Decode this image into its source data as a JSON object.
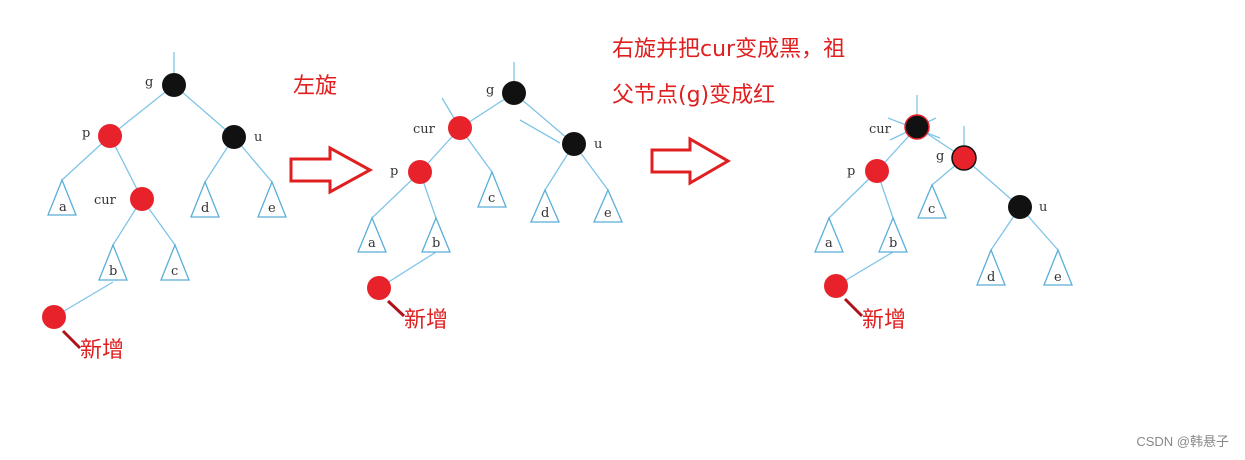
{
  "captions": {
    "step1": "左旋",
    "step2_line1": "右旋并把cur变成黑，祖",
    "step2_line2": "父节点(g)变成红"
  },
  "nodes": {
    "g": "g",
    "p": "p",
    "u": "u",
    "cur": "cur",
    "a": "a",
    "b": "b",
    "c": "c",
    "d": "d",
    "e": "e"
  },
  "new_node_label": "新增",
  "watermark": "CSDN @韩悬子",
  "colors": {
    "red": "#e8222a",
    "black": "#111111",
    "edge": "#7fc4e8",
    "subtree": "#5aaed8",
    "arrow": "#e02020",
    "caption": "#e02020"
  }
}
